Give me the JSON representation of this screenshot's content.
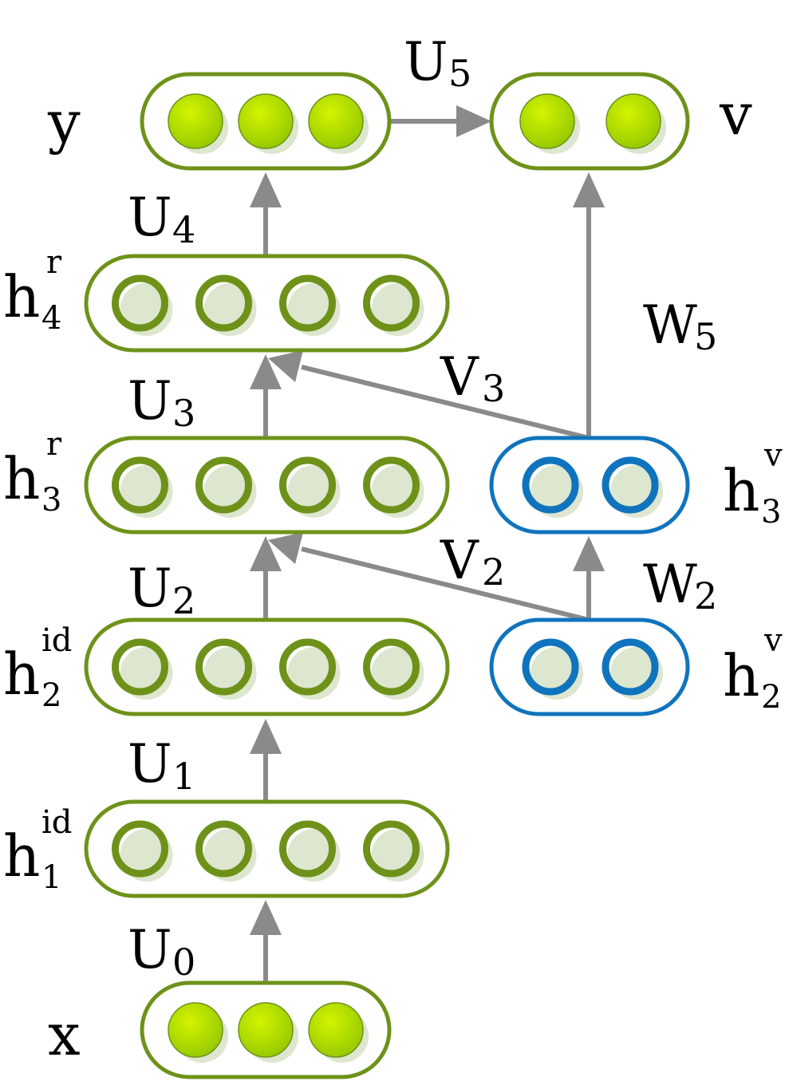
{
  "colors": {
    "green_stroke": "#6e9219",
    "green_fill_light": "#c8f000",
    "green_fill_dark": "#8fc400",
    "blue_stroke": "#0f74bd",
    "arrow": "#8a8a8a",
    "shadow": "#dde6cf"
  },
  "layers": {
    "x": {
      "base": "x",
      "sup": "",
      "sub": "",
      "units": 3,
      "filled": true,
      "color": "green"
    },
    "h1": {
      "base": "h",
      "sup": "id",
      "sub": "1",
      "units": 4,
      "filled": false,
      "color": "green"
    },
    "h2": {
      "base": "h",
      "sup": "id",
      "sub": "2",
      "units": 4,
      "filled": false,
      "color": "green"
    },
    "h3": {
      "base": "h",
      "sup": "r",
      "sub": "3",
      "units": 4,
      "filled": false,
      "color": "green"
    },
    "h4": {
      "base": "h",
      "sup": "r",
      "sub": "4",
      "units": 4,
      "filled": false,
      "color": "green"
    },
    "y": {
      "base": "y",
      "sup": "",
      "sub": "",
      "units": 3,
      "filled": true,
      "color": "green"
    },
    "v": {
      "base": "v",
      "sup": "",
      "sub": "",
      "units": 2,
      "filled": true,
      "color": "green"
    },
    "h2v": {
      "base": "h",
      "sup": "v",
      "sub": "2",
      "units": 2,
      "filled": false,
      "color": "blue"
    },
    "h3v": {
      "base": "h",
      "sup": "v",
      "sub": "3",
      "units": 2,
      "filled": false,
      "color": "blue"
    }
  },
  "weights": {
    "U0": {
      "base": "U",
      "sub": "0"
    },
    "U1": {
      "base": "U",
      "sub": "1"
    },
    "U2": {
      "base": "U",
      "sub": "2"
    },
    "U3": {
      "base": "U",
      "sub": "3"
    },
    "U4": {
      "base": "U",
      "sub": "4"
    },
    "U5": {
      "base": "U",
      "sub": "5"
    },
    "V2": {
      "base": "V",
      "sub": "2"
    },
    "V3": {
      "base": "V",
      "sub": "3"
    },
    "W2": {
      "base": "W",
      "sub": "2"
    },
    "W5": {
      "base": "W",
      "sub": "5"
    }
  }
}
